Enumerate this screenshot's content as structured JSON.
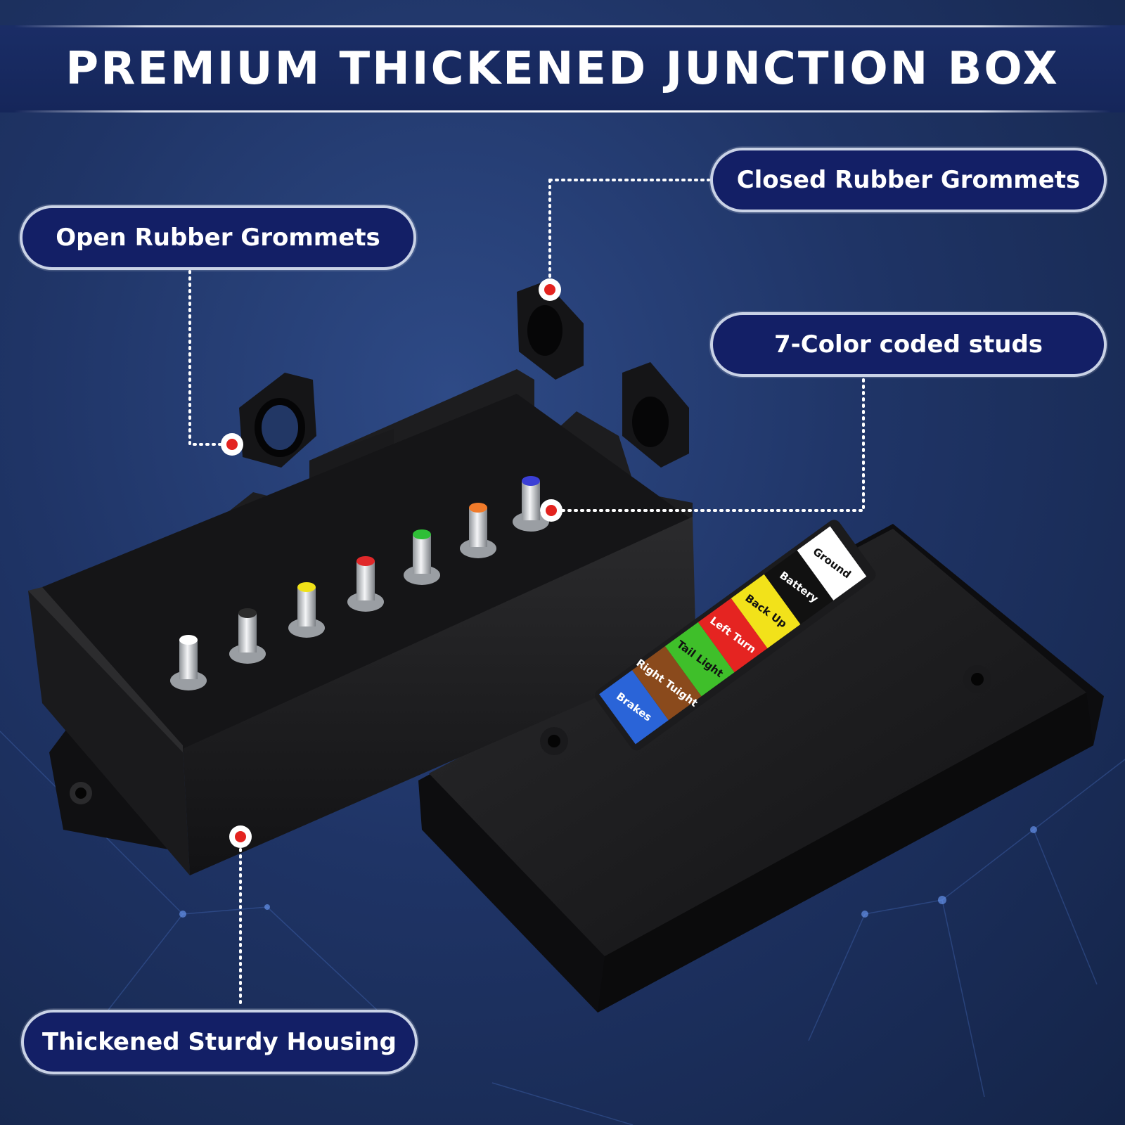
{
  "title": "PREMIUM THICKENED JUNCTION BOX",
  "callouts": {
    "open_grommets": "Open Rubber Grommets",
    "closed_grommets": "Closed Rubber Grommets",
    "color_studs": "7-Color coded studs",
    "housing": "Thickened Sturdy Housing"
  },
  "label_strip": [
    {
      "text": "Ground",
      "color": "#ffffff"
    },
    {
      "text": "Battery",
      "color": "#111111"
    },
    {
      "text": "Back Up",
      "color": "#f2e21a"
    },
    {
      "text": "Left Turn",
      "color": "#e52421"
    },
    {
      "text": "Tail Light",
      "color": "#3fbf2a"
    },
    {
      "text": "Right Tuight",
      "color": "#8a4a1c"
    },
    {
      "text": "Brakes",
      "color": "#2a64d8"
    }
  ],
  "stud_colors": [
    "#ffffff",
    "#2b2b2b",
    "#f0e218",
    "#e0282a",
    "#2fbf36",
    "#f07a2a",
    "#3b3fd6"
  ],
  "colors": {
    "background": "#1f3466",
    "pill_fill": "#131f66",
    "pill_border": "#c9d2e6",
    "marker_red": "#e3231f"
  }
}
